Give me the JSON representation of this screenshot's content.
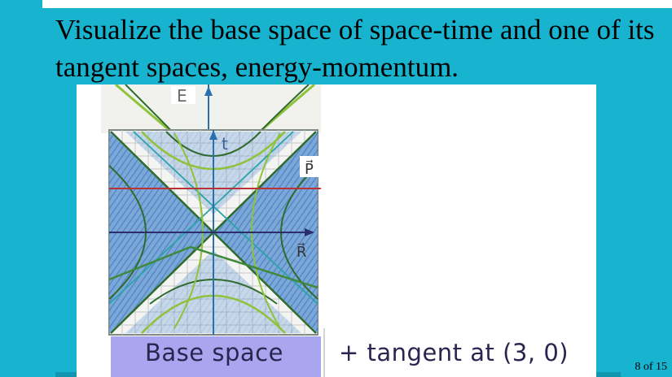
{
  "slide": {
    "title_line_1": "Visualize the base space of space-time and one of its",
    "title_line_2": "tangent spaces, energy-momentum.",
    "page_indicator": "8 of 15"
  },
  "drawing": {
    "axis_labels": {
      "energy": "E",
      "time": "t",
      "momentum": "P⃗",
      "position": "R⃗"
    }
  },
  "caption": {
    "base_space": "Base space",
    "tangent": "+ tangent at (3, 0)"
  },
  "colors": {
    "background": "#17b3cf",
    "grid_paper": "#f4f5f2",
    "grid_line": "#bfc4c4",
    "blue_shading": "#4f86c8",
    "dark_green": "#2f6b2e",
    "light_green": "#a6cf3e",
    "teal_line": "#2aa3a8",
    "red_axis": "#b8323a",
    "navy_axis": "#2b2e6b",
    "caption_lavender": "#a9a6ef"
  }
}
